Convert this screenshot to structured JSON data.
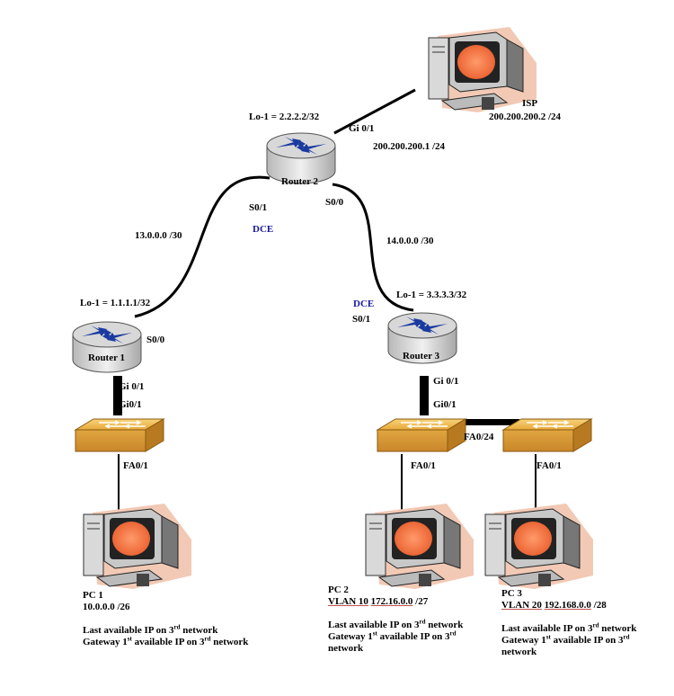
{
  "routers": {
    "r1": {
      "name": "Router 1",
      "loopback": "Lo-1 = 1.1.1.1/32",
      "gi": "Gi 0/1",
      "s0": "S0/0"
    },
    "r2": {
      "name": "Router 2",
      "loopback": "Lo-1 = 2.2.2.2/32",
      "gi": "Gi 0/1",
      "s1": "S0/1",
      "s0": "S0/0",
      "dce": "DCE"
    },
    "r3": {
      "name": "Router 3",
      "loopback": "Lo-1 = 3.3.3.3/32",
      "gi": "Gi 0/1",
      "s1": "S0/1",
      "dce": "DCE"
    }
  },
  "links": {
    "net13": "13.0.0.0 /30",
    "net14": "14.0.0.0 /30",
    "isp_link": "200.200.200.1 /24"
  },
  "switches": {
    "sw1": {
      "gi": "Gi0/1",
      "fa": "FA0/1"
    },
    "sw2": {
      "gi": "Gi0/1",
      "fa": "FA0/1",
      "trunk": "FA0/24"
    },
    "sw3": {
      "fa": "FA0/1"
    }
  },
  "isp": {
    "name": "ISP",
    "ip": "200.200.200.2 /24"
  },
  "pcs": {
    "pc1": {
      "name": "PC 1",
      "net": "10.0.0.0 /26",
      "line1": "Last available IP on 3",
      "line1_sup": "rd",
      "line1_end": " network",
      "line2": "Gateway 1",
      "line2_sup": "st",
      "line2_end": " available IP on 3",
      "line2_sup2": "rd",
      "line2_end2": " network"
    },
    "pc2": {
      "name": "PC 2",
      "vlan": "VLAN 10",
      "net": "172.16.0.0",
      "mask": " /27",
      "line1": "Last available IP on 3",
      "line1_sup": "rd",
      "line1_end": " network",
      "line2": "Gateway 1",
      "line2_sup": "st",
      "line2_end": " available IP on 3",
      "line2_sup2": "rd",
      "line2_end2": " network"
    },
    "pc3": {
      "name": "PC 3",
      "vlan": "VLAN 20",
      "net": "192.168.0.0",
      "mask": " /28",
      "line1": "Last available IP on 3",
      "line1_sup": "rd",
      "line1_end": " network",
      "line2": "Gateway 1",
      "line2_sup": "st",
      "line2_end": " available IP on 3",
      "line2_sup2": "rd",
      "line2_end2": " network"
    }
  }
}
